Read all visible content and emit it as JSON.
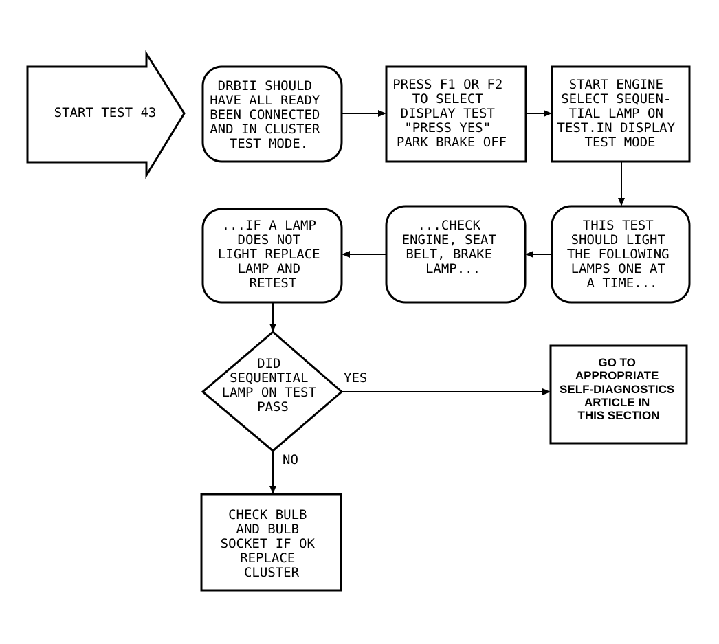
{
  "start": {
    "label": "START TEST 43"
  },
  "steps": {
    "drbii_connected": [
      "DRBII SHOULD",
      "HAVE ALL READY",
      "BEEN CONNECTED",
      "AND IN CLUSTER",
      "TEST MODE."
    ],
    "press_f1_f2": [
      "PRESS F1 OR F2",
      "TO SELECT",
      "DISPLAY TEST",
      "\"PRESS YES\"",
      "PARK BRAKE OFF"
    ],
    "start_engine": [
      "START ENGINE",
      "SELECT SEQUEN-",
      "TIAL LAMP ON",
      "TEST.IN DISPLAY",
      "TEST MODE"
    ],
    "test_lamps": [
      "THIS TEST",
      "SHOULD LIGHT",
      "THE FOLLOWING",
      "LAMPS ONE AT",
      "A TIME..."
    ],
    "check_lamps": [
      "...CHECK",
      "ENGINE, SEAT",
      "BELT, BRAKE",
      "LAMP..."
    ],
    "replace_lamp": [
      "...IF A LAMP",
      "DOES NOT",
      "LIGHT REPLACE",
      "LAMP AND",
      "RETEST"
    ]
  },
  "decision": {
    "question": [
      "DID",
      "SEQUENTIAL",
      "LAMP ON TEST",
      "PASS"
    ],
    "yes_label": "YES",
    "no_label": "NO"
  },
  "outcomes": {
    "goto_article": [
      "GO TO",
      "APPROPRIATE",
      "SELF-DIAGNOSTICS",
      "ARTICLE IN",
      "THIS SECTION"
    ],
    "check_bulb": [
      "CHECK BULB",
      "AND BULB",
      "SOCKET IF OK",
      "REPLACE",
      "CLUSTER"
    ]
  }
}
